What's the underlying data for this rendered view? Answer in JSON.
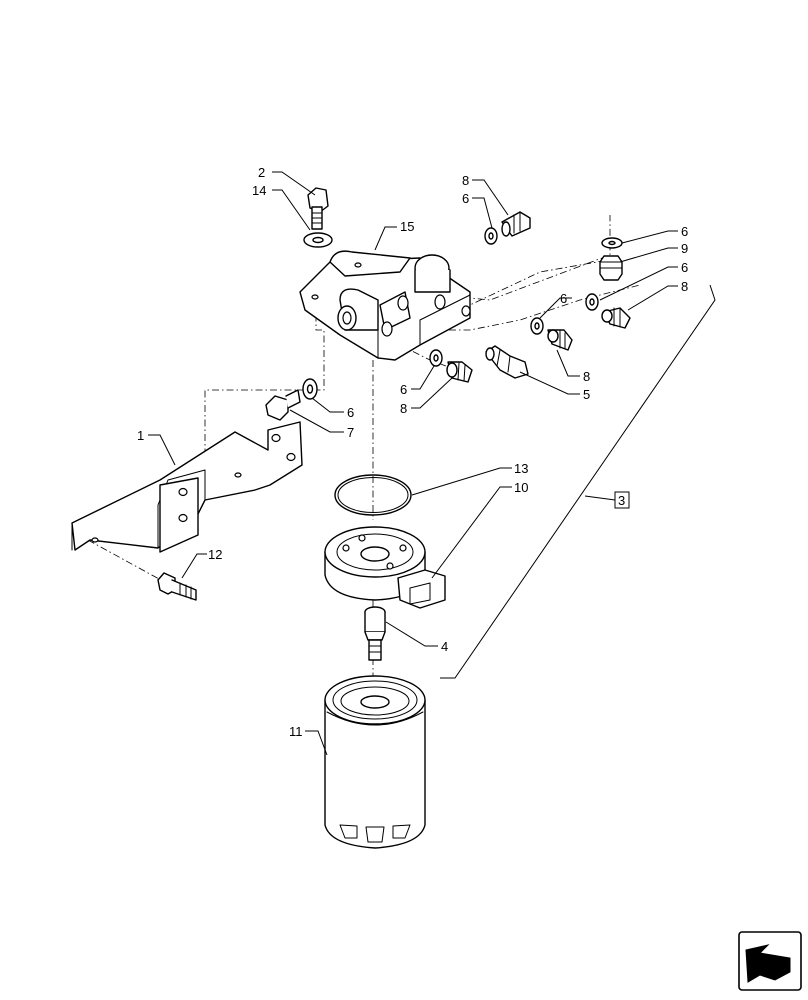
{
  "callouts": {
    "c1": "1",
    "c2": "2",
    "c3": "3",
    "c4": "4",
    "c5": "5",
    "c6a": "6",
    "c6b": "6",
    "c6c": "6",
    "c6d": "6",
    "c6e": "6",
    "c6f": "6",
    "c7": "7",
    "c8a": "8",
    "c8b": "8",
    "c8c": "8",
    "c8d": "8",
    "c9": "9",
    "c10": "10",
    "c11": "11",
    "c12": "12",
    "c13": "13",
    "c14": "14",
    "c15": "15"
  },
  "nav_icon": "return-arrow-icon"
}
